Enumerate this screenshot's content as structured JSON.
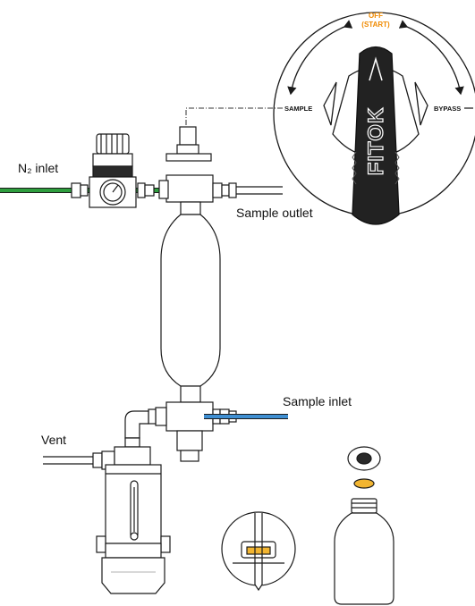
{
  "labels": {
    "n2_inlet": "N₂ inlet",
    "sample_outlet": "Sample outlet",
    "sample_inlet": "Sample inlet",
    "vent": "Vent"
  },
  "knob": {
    "off": "OFF",
    "start": "(START)",
    "sample": "SAMPLE",
    "bypass": "BYPASS",
    "brand": "FITOK"
  },
  "colors": {
    "n2_line": "#2e9e3e",
    "sample_line": "#3f8fd2",
    "off_text": "#f08a00",
    "washer": "#f2b531",
    "stroke": "#1a1a1a"
  }
}
